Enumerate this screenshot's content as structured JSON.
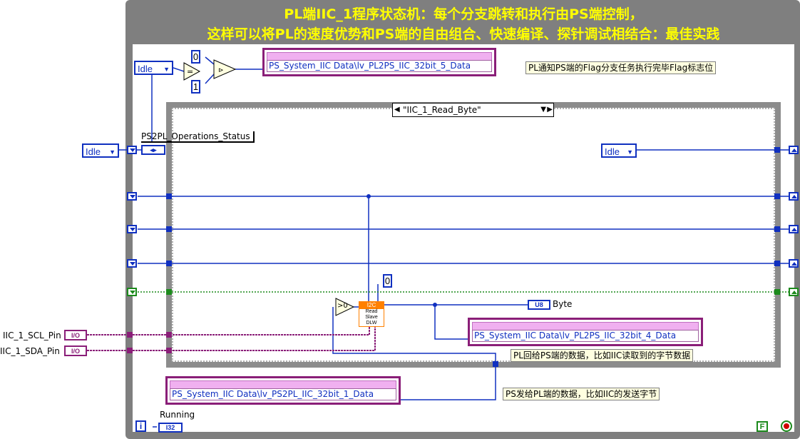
{
  "title": {
    "line1": "PL端IIC_1程序状态机：每个分支跳转和执行由PS端控制，",
    "line2": "这样可以将PL的速度优势和PS端的自由组合、快速编译、探针调试相结合：最佳实践"
  },
  "enums": {
    "top_left": "Idle",
    "left_input": "Idle",
    "inner_right": "Idle"
  },
  "constants": {
    "c0": "0",
    "c1": "1",
    "c_slave": "0",
    "gt0": ">0"
  },
  "case_selector": "\"IIC_1_Read_Byte\"",
  "clusters": {
    "pl2ps_5": "PS_System_IIC Data\\lv_PL2PS_IIC_32bit_5_Data",
    "pl2ps_4": "PS_System_IIC Data\\lv_PL2PS_IIC_32bit_4_Data",
    "ps2pl_1": "PS_System_IIC Data\\lv_PS2PL_IIC_32bit_1_Data"
  },
  "notes": {
    "flag": "PL通知PS端的Flag分支任务执行完毕Flag标志位",
    "pl_return": "PL回给PS端的数据，比如IIC读取到的字节数据",
    "ps_send": "PS发给PL端的数据，比如IIC的发送字节"
  },
  "labels": {
    "ps2pl_status": "PS2PL_Operations_Status",
    "byte": "Byte",
    "running": "Running",
    "scl": "IIC_1_SCL_Pin",
    "sda": "IIC_1_SDA_Pin"
  },
  "indicators": {
    "u8": "U8",
    "i32": "I32",
    "io": "I/O",
    "iter": "i",
    "bool_f": "F"
  },
  "subvi": {
    "header": "I2C",
    "body": "Read Slave DLW"
  },
  "colors": {
    "frame": "#7f7f7f",
    "title": "#ffff00",
    "wire_blue": "#1030c0",
    "wire_green": "#1c8a1c",
    "wire_pink": "#8a1e78"
  }
}
